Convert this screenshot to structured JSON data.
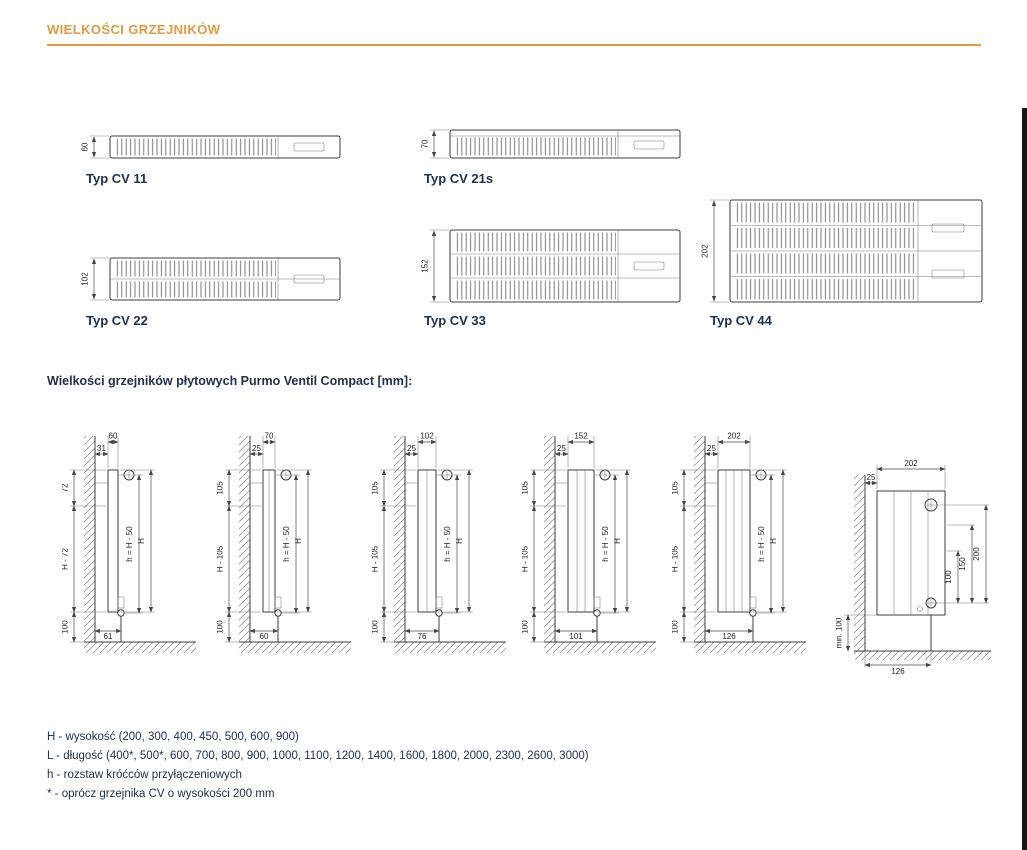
{
  "page": {
    "title": "WIELKOŚCI GRZEJNIKÓW",
    "accent_color": "#E29A3C"
  },
  "cross_sections": [
    {
      "label": "Typ CV 11",
      "depth": "60"
    },
    {
      "label": "Typ CV 21s",
      "depth": "70"
    },
    {
      "label": "Typ CV 22",
      "depth": "102"
    },
    {
      "label": "Typ CV 33",
      "depth": "152"
    },
    {
      "label": "Typ CV 44",
      "depth": "202"
    }
  ],
  "section_label": "Wielkości grzejników płytowych Purmo Ventil Compact [mm]:",
  "side_views": [
    {
      "depth": "60",
      "wall_offset": "31",
      "top_dim": "72",
      "middle_dim": "H - 72",
      "height_dim": "H",
      "conn_spacing": "h = H - 50",
      "floor_clearance": "100",
      "conn_distance": "61"
    },
    {
      "depth": "70",
      "wall_offset": "25",
      "top_dim": "105",
      "middle_dim": "H - 105",
      "height_dim": "H",
      "conn_spacing": "h = H - 50",
      "floor_clearance": "100",
      "conn_distance": "60"
    },
    {
      "depth": "102",
      "wall_offset": "25",
      "top_dim": "105",
      "middle_dim": "H - 105",
      "height_dim": "H",
      "conn_spacing": "h = H - 50",
      "floor_clearance": "100",
      "conn_distance": "76"
    },
    {
      "depth": "152",
      "wall_offset": "25",
      "top_dim": "105",
      "middle_dim": "H - 105",
      "height_dim": "H",
      "conn_spacing": "h = H - 50",
      "floor_clearance": "100",
      "conn_distance": "101"
    },
    {
      "depth": "202",
      "wall_offset": "25",
      "top_dim": "105",
      "middle_dim": "H - 105",
      "height_dim": "H",
      "conn_spacing": "h = H - 50",
      "floor_clearance": "100",
      "conn_distance": "126"
    }
  ],
  "detail_view": {
    "depth": "202",
    "wall_offset": "25",
    "height_200": "200",
    "height_150": "150",
    "height_100": "100",
    "min_clearance": "min. 100",
    "conn_distance": "126"
  },
  "legend": {
    "line_h": "H - wysokość (200, 300, 400, 450, 500, 600, 900)",
    "line_l": "L - długość (400*, 500*, 600, 700, 800, 900, 1000, 1100, 1200, 1400, 1600, 1800, 2000, 2300, 2600, 3000)",
    "line_conn": "h - rozstaw króćców przyłączeniowych",
    "line_note": "* - oprócz grzejnika CV o wysokości 200 mm"
  }
}
